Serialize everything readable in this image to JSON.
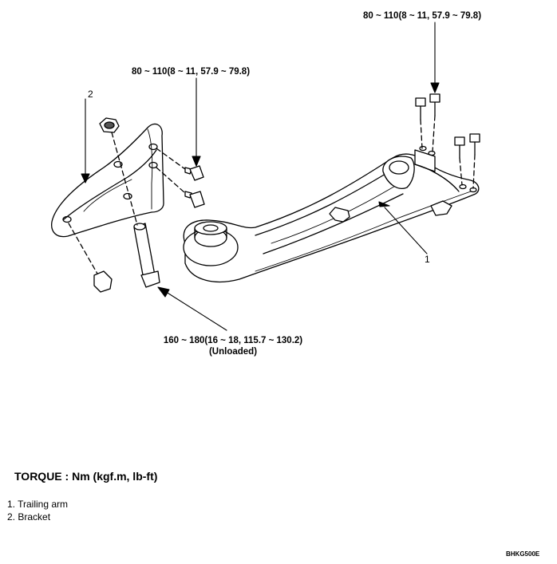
{
  "torque_labels": {
    "top_right": "80 ~ 110(8 ~ 11, 57.9 ~ 79.8)",
    "mid_left": "80 ~ 110(8 ~ 11, 57.9 ~ 79.8)",
    "bottom_line1": "160 ~ 180(16 ~ 18, 115.7 ~ 130.2)",
    "bottom_line2": "(Unloaded)"
  },
  "callouts": {
    "bracket": "2",
    "trailing_arm": "1"
  },
  "torque_unit": "TORQUE : Nm (kgf.m, lb-ft)",
  "legend": [
    "1. Trailing arm",
    "2. Bracket"
  ],
  "figure_code": "BHKG500E"
}
